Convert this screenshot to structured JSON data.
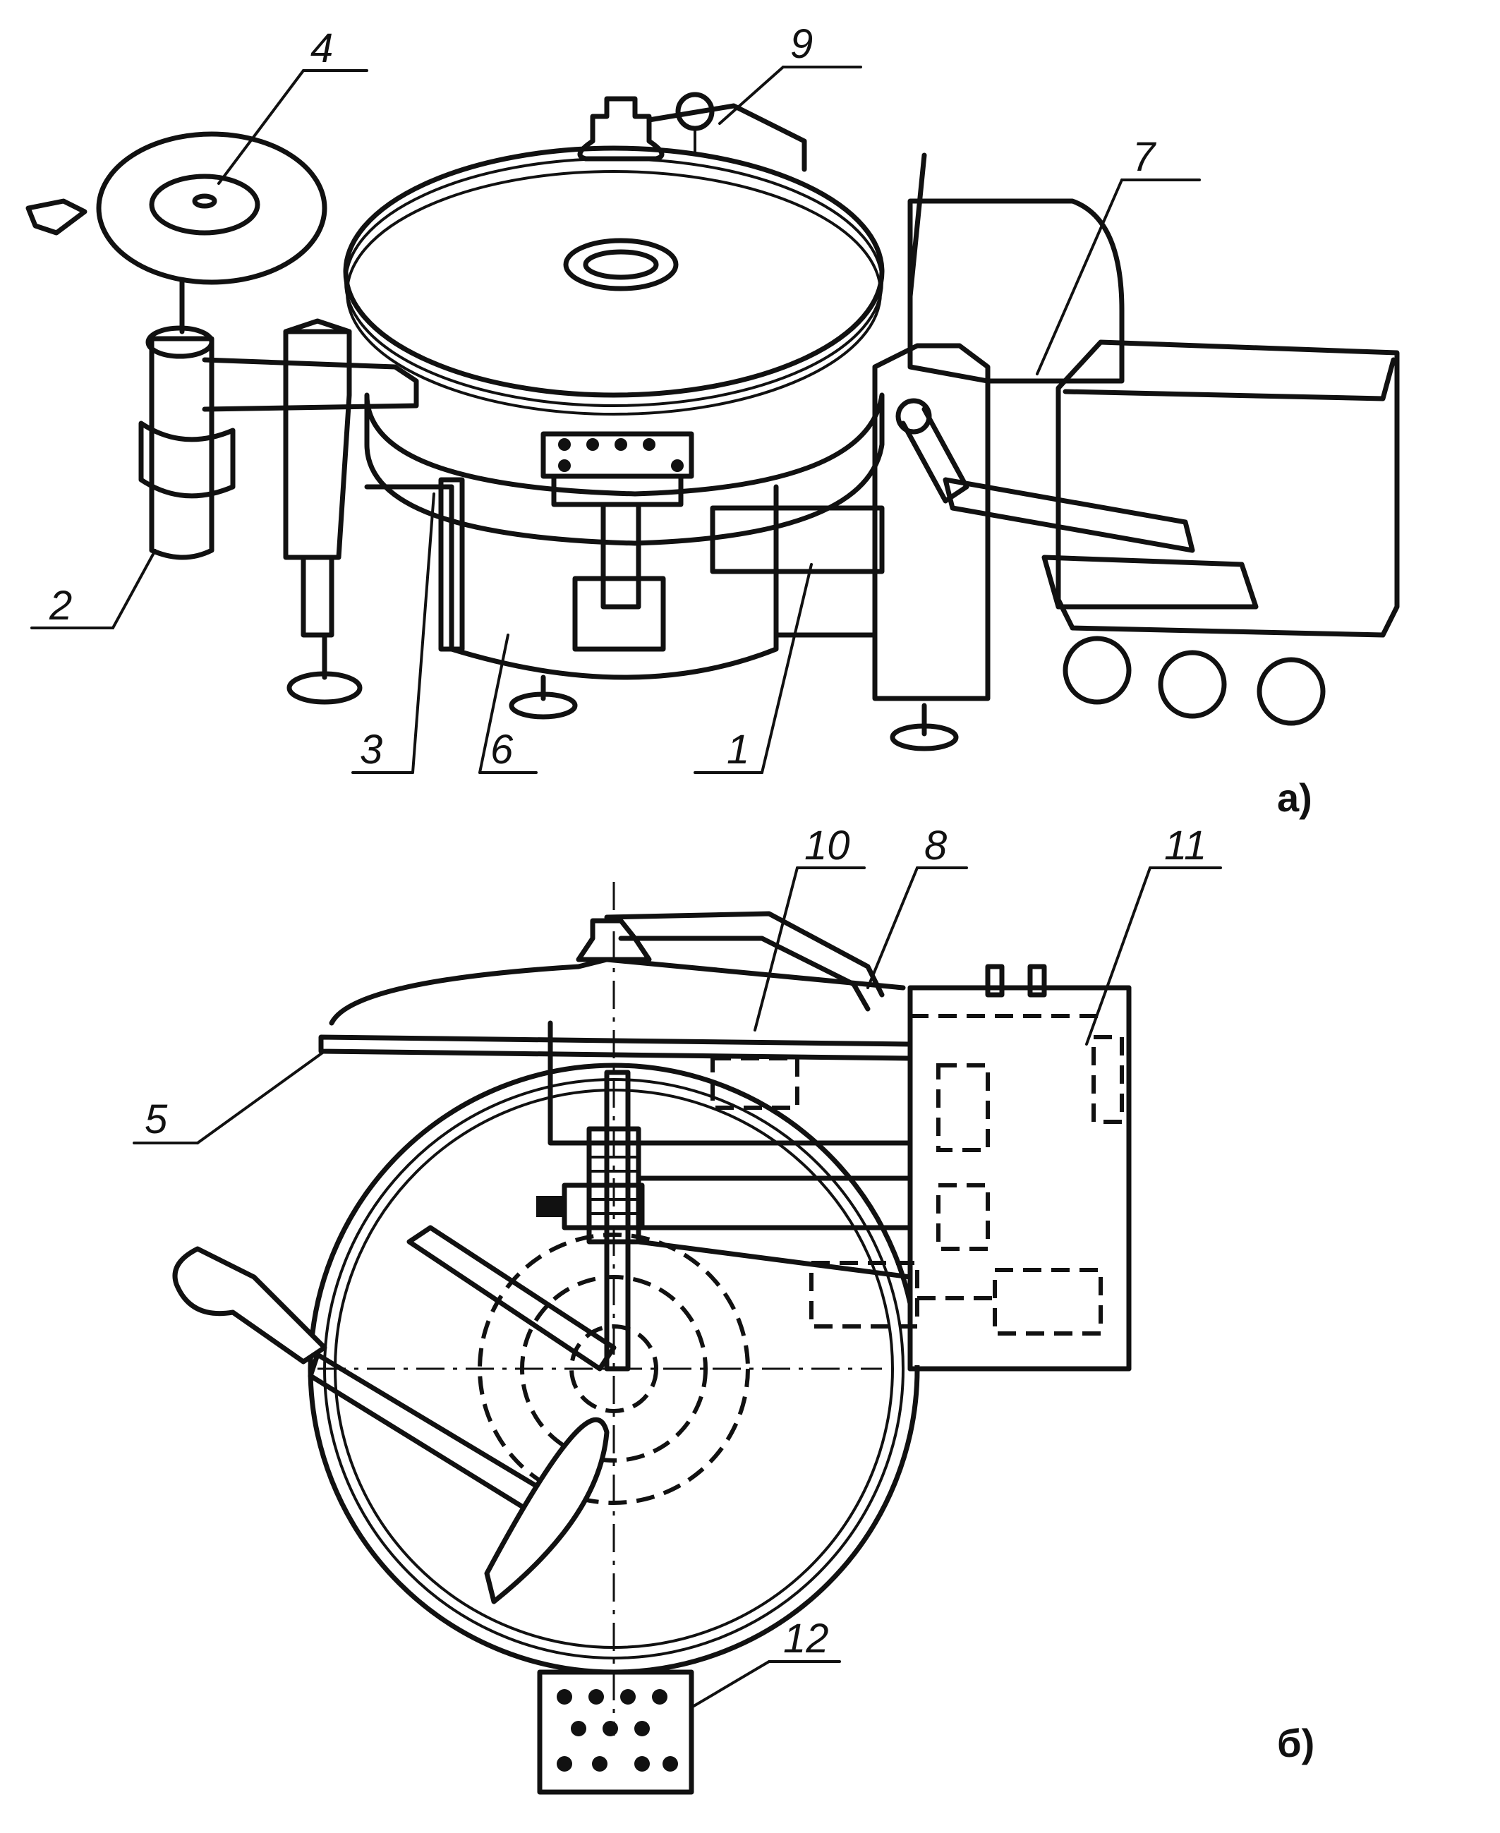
{
  "panels": {
    "a": {
      "label": "а)"
    },
    "b": {
      "label": "б)"
    }
  },
  "callouts": {
    "c1": "1",
    "c2": "2",
    "c3": "3",
    "c4": "4",
    "c5": "5",
    "c6": "6",
    "c7": "7",
    "c8": "8",
    "c9": "9",
    "c10": "10",
    "c11": "11",
    "c12": "12"
  },
  "colors": {
    "ink": "#111111",
    "paper": "#ffffff"
  }
}
